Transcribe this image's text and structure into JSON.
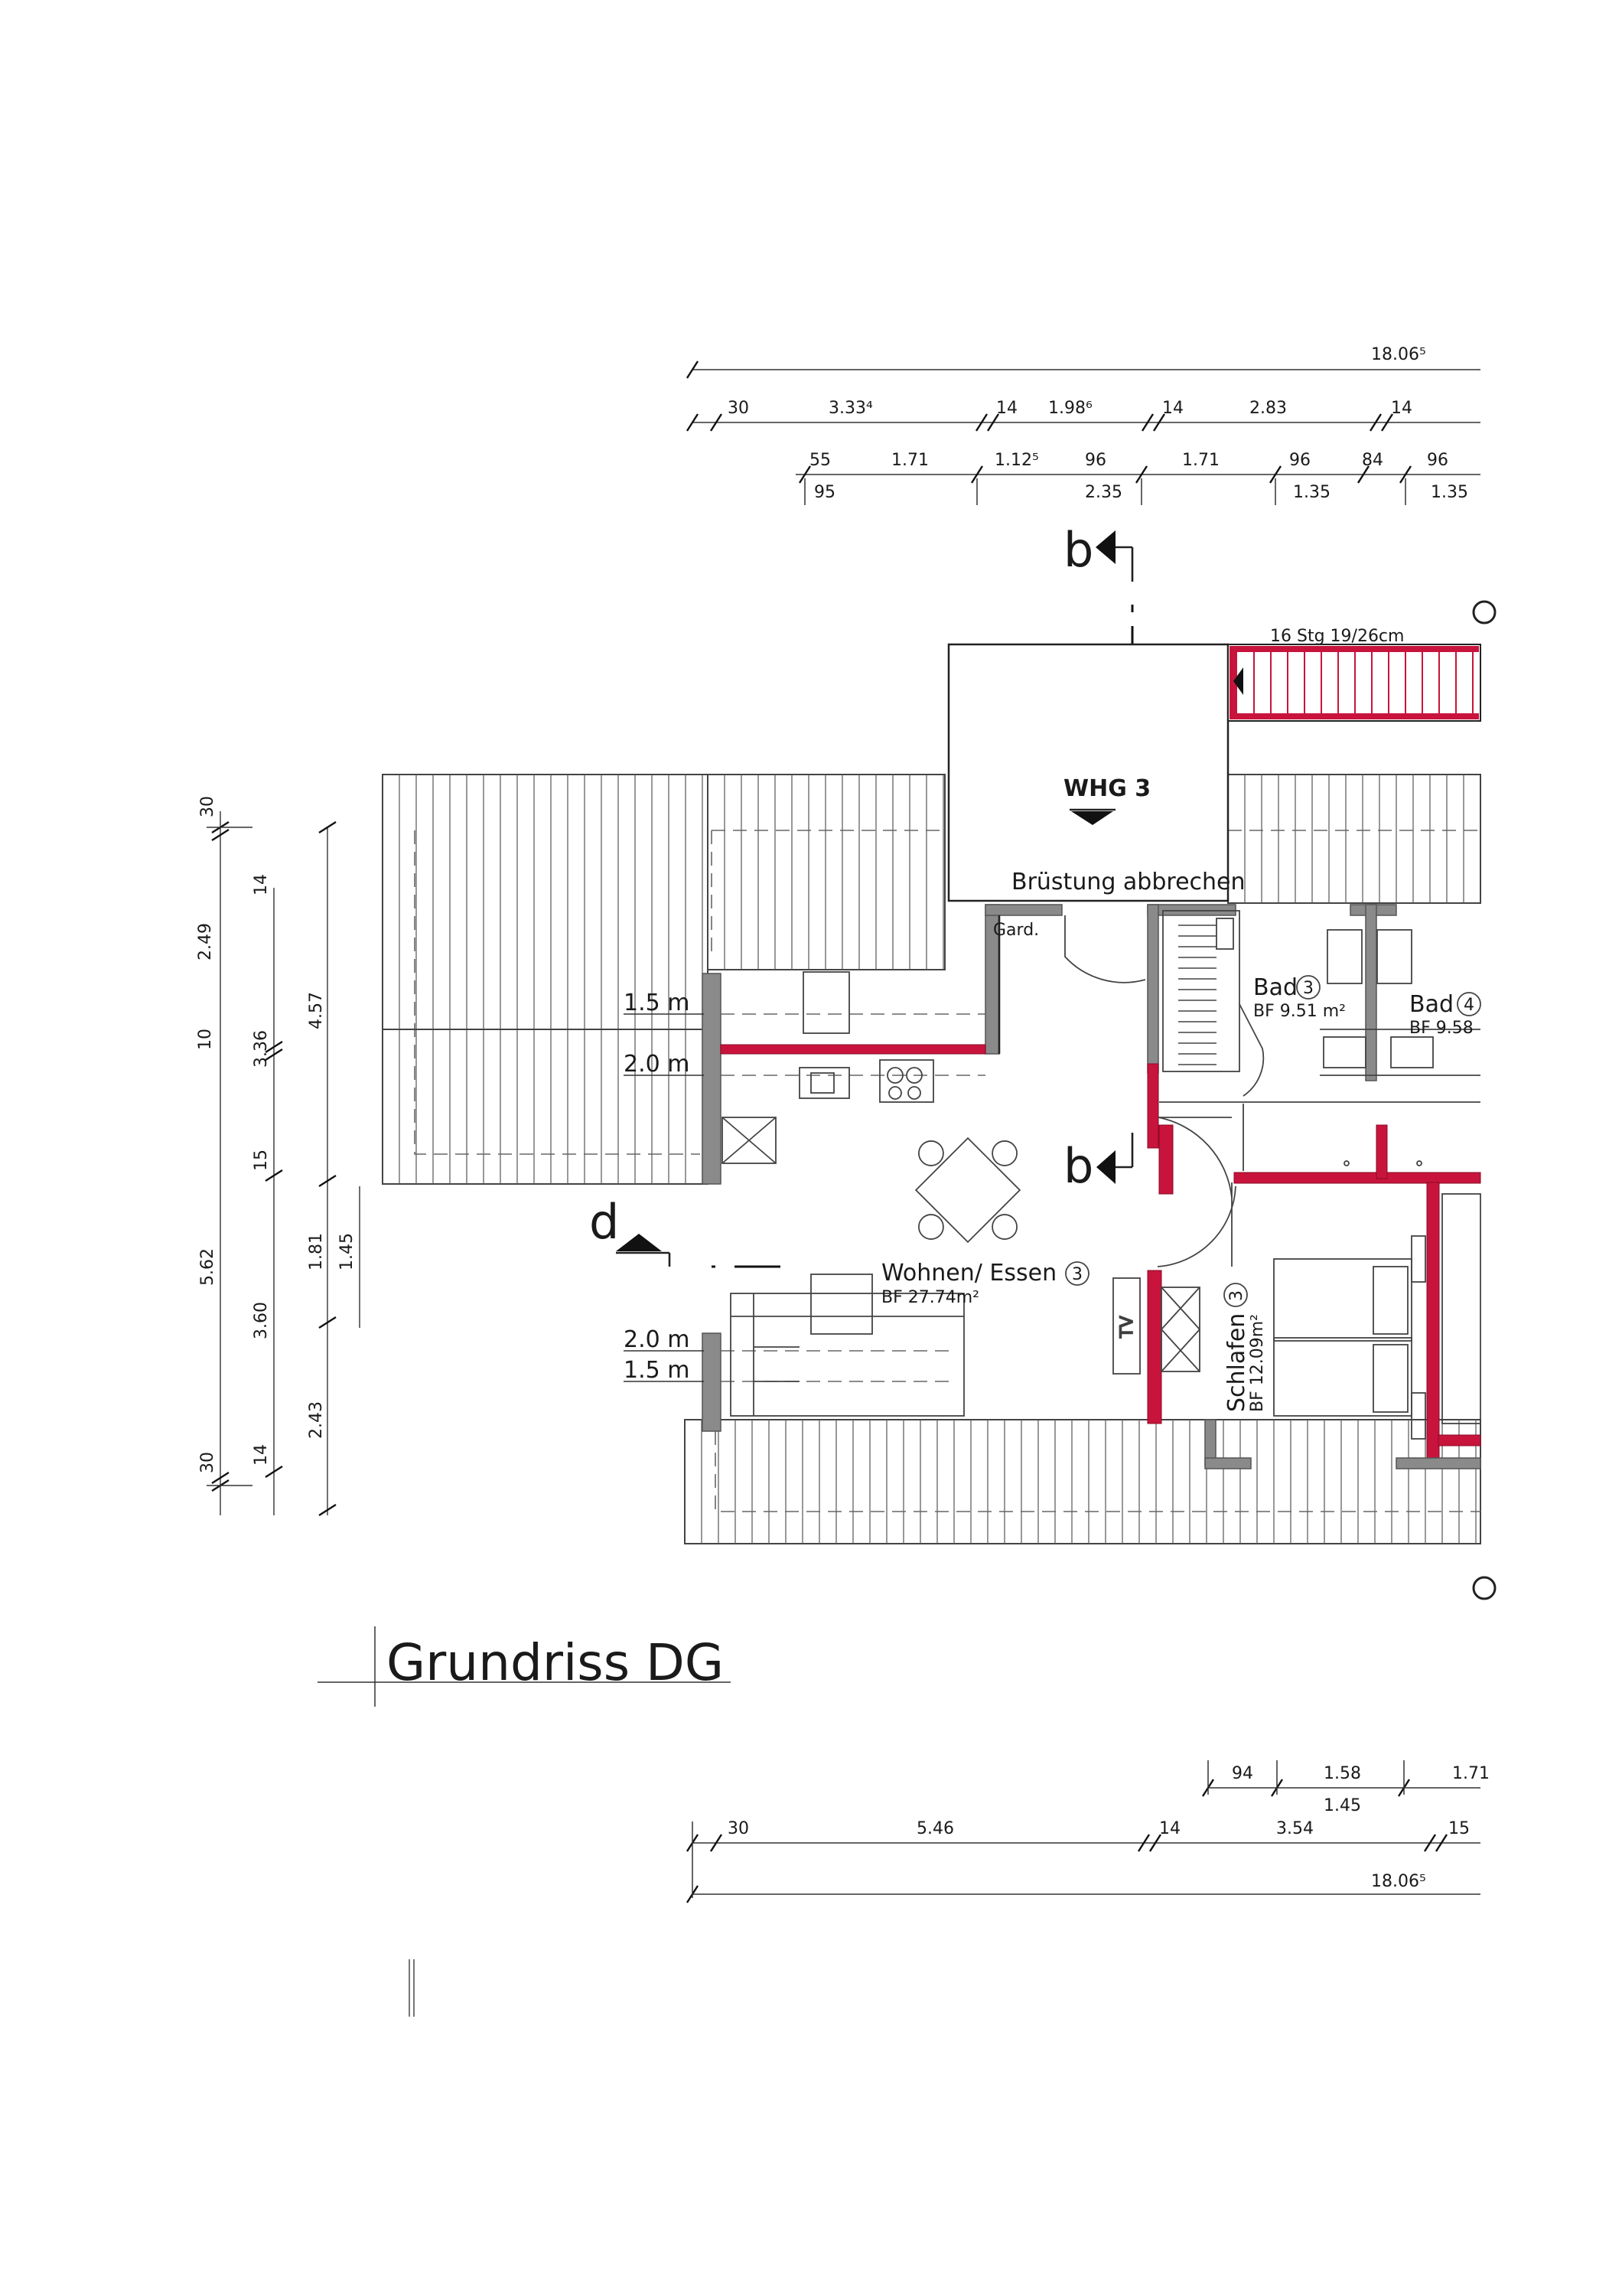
{
  "drawing": {
    "title": "Grundriss DG",
    "unit_label": "WHG 3",
    "note_railing": "Brüstung abbrechen",
    "stair_label": "16 Stg 19/26cm",
    "section_b": "b",
    "section_d": "d",
    "garderobe": "Gard.",
    "height_1_5": "1.5 m",
    "height_2_0": "2.0 m",
    "tv_label": "TV"
  },
  "rooms": {
    "wohnen": {
      "name": "Wohnen/ Essen",
      "num": "3",
      "area": "BF 27.74m²"
    },
    "bad3": {
      "name": "Bad",
      "num": "3",
      "area": "BF 9.51 m²"
    },
    "bad4": {
      "name": "Bad",
      "num": "4",
      "area": "BF 9.58"
    },
    "schlafen": {
      "name": "Schlafen",
      "num": "3",
      "area": "BF 12.09m²"
    }
  },
  "dimensions": {
    "top_total": "18.06⁵",
    "top_row1": [
      "30",
      "3.33⁴",
      "14",
      "1.98⁶",
      "14",
      "2.83",
      "14"
    ],
    "top_row2": [
      "55",
      "1.71",
      "1.12⁵",
      "96",
      "1.71",
      "96",
      "84",
      "96"
    ],
    "top_row3": [
      "95",
      "2.35",
      "1.35",
      "1.35"
    ],
    "left_outer": [
      "30",
      "5.62",
      "30"
    ],
    "left_mid": [
      "10",
      "2.49",
      "3.36",
      "15",
      "3.60",
      "14"
    ],
    "left_inner": [
      "14",
      "4.57",
      "1.81",
      "1.45",
      "2.43"
    ],
    "bottom_row1": [
      "94",
      "1.58",
      "1.71"
    ],
    "bottom_row1b": "1.45",
    "bottom_row2": [
      "30",
      "5.46",
      "14",
      "3.54",
      "15"
    ],
    "bottom_total": "18.06⁵"
  }
}
